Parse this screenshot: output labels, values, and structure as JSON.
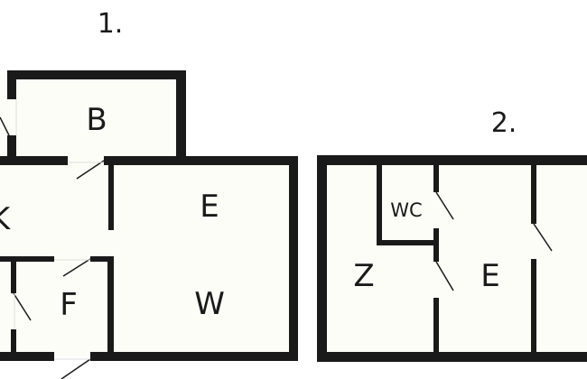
{
  "plans": [
    {
      "number": "1.",
      "rooms": [
        "B",
        "K",
        "E",
        "W",
        "F"
      ]
    },
    {
      "number": "2.",
      "rooms": [
        "WC",
        "Z",
        "E"
      ]
    }
  ],
  "colors": {
    "wall": "#1a1a1a",
    "floor": "#fdfdf7",
    "background": "#ffffff"
  }
}
